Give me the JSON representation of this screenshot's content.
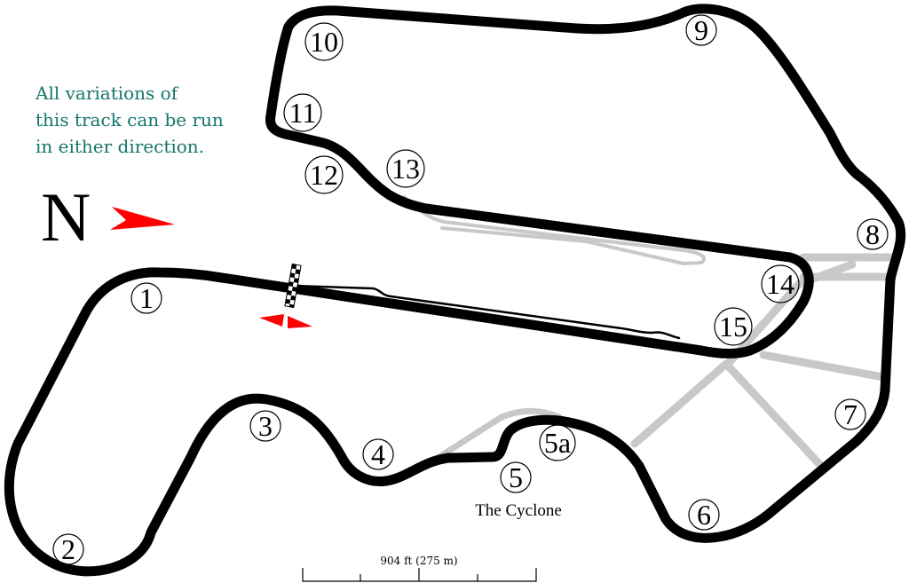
{
  "note": {
    "lines": [
      "All variations of",
      "this track can be run",
      "in either direction."
    ],
    "color": "#14766a"
  },
  "compass": {
    "letter": "N",
    "arrow_color": "#ff0000"
  },
  "start_finish": {
    "arrow_color": "#ff0000"
  },
  "corners": [
    "1",
    "2",
    "3",
    "4",
    "5",
    "5a",
    "6",
    "7",
    "8",
    "9",
    "10",
    "11",
    "12",
    "13",
    "14",
    "15"
  ],
  "cyclone_label": "The Cyclone",
  "scale": {
    "label": "904 ft (275 m)"
  },
  "colors": {
    "track": "#000000",
    "runoff": "#c8c8c8"
  }
}
